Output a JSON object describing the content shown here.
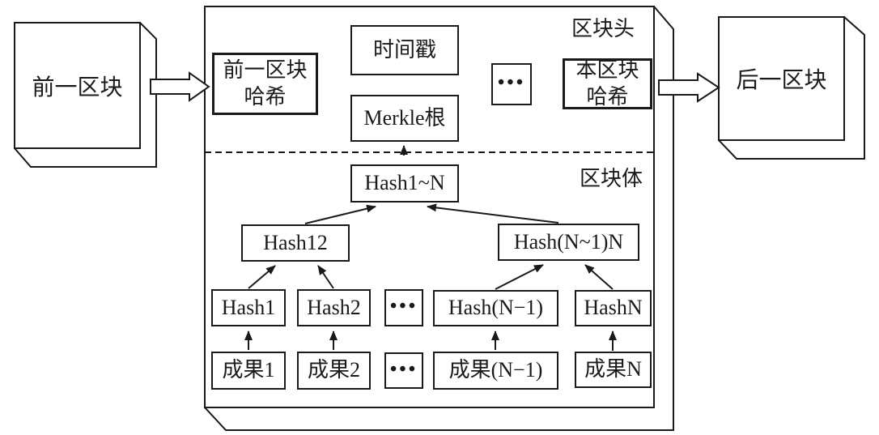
{
  "diagram": {
    "prev_block_label": "前一区块",
    "next_block_label": "后一区块",
    "header": {
      "section_label": "区块头",
      "prev_hash": {
        "line1": "前一区块",
        "line2": "哈希"
      },
      "timestamp_label": "时间戳",
      "merkle_root_label": "Merkle根",
      "dots": "•••",
      "self_hash": {
        "line1": "本区块",
        "line2": "哈希"
      }
    },
    "body": {
      "section_label": "区块体",
      "root_hash_label": "Hash1~N",
      "left_hash_label": "Hash12",
      "right_hash_label": "Hash(N~1)N",
      "leaf_hashes": [
        "Hash1",
        "Hash2",
        "•••",
        "Hash(N−1)",
        "HashN"
      ],
      "results": [
        "成果1",
        "成果2",
        "•••",
        "成果(N−1)",
        "成果N"
      ]
    },
    "colors": {
      "line": "#1a1a1a",
      "background": "#ffffff"
    }
  }
}
